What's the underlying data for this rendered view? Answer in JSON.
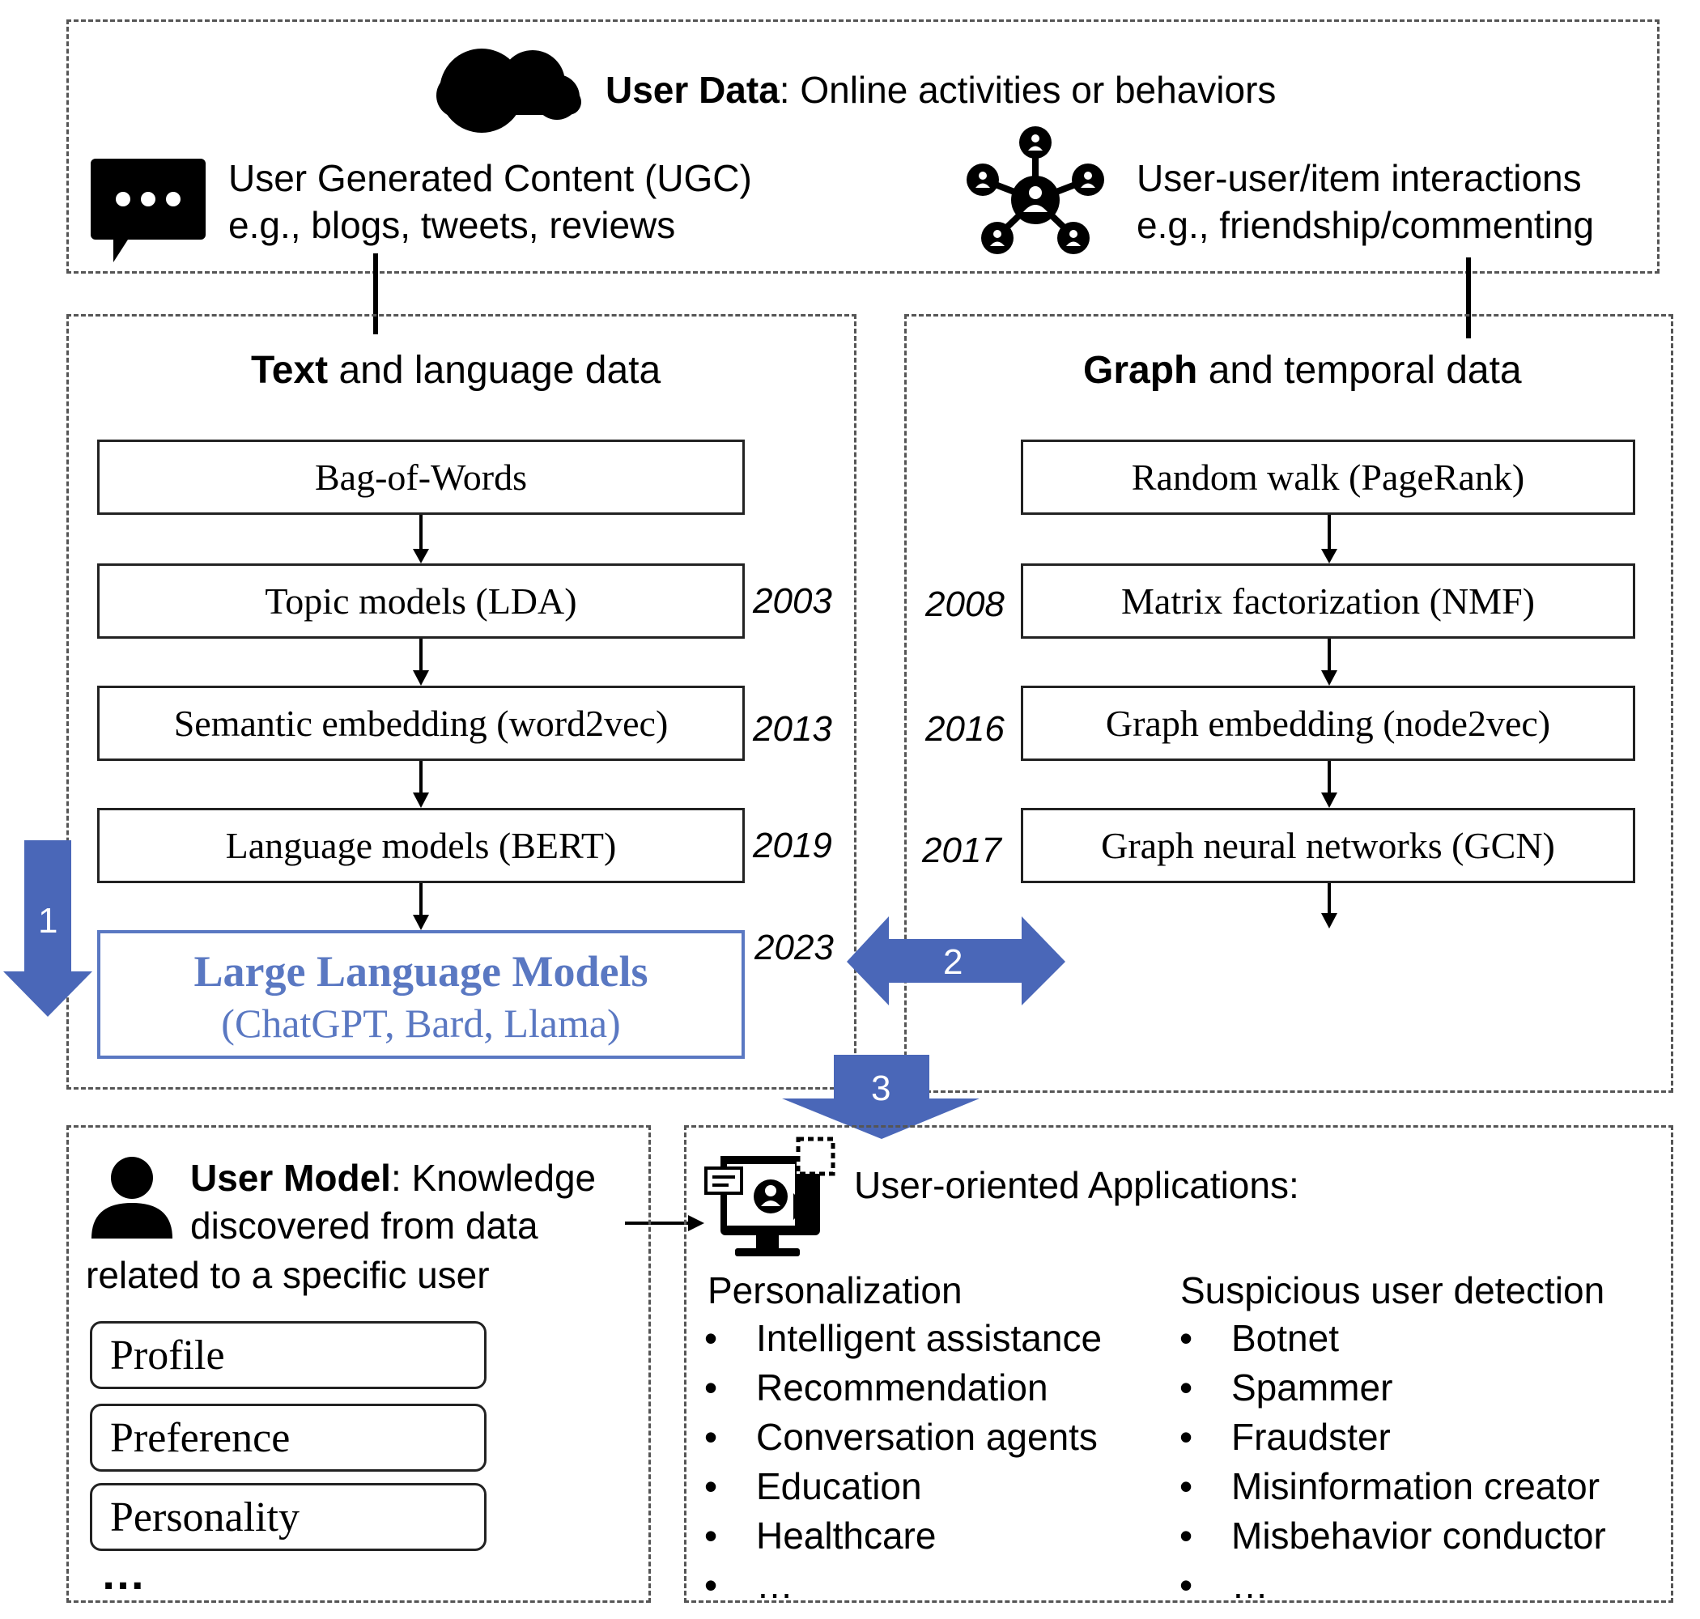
{
  "top": {
    "user_data_bold": "User Data",
    "user_data_rest": ": Online activities or behaviors",
    "ugc_line1": "User Generated Content (UGC)",
    "ugc_line2": "e.g., blogs, tweets, reviews",
    "interactions_line1": "User-user/item interactions",
    "interactions_line2": "e.g., friendship/commenting"
  },
  "text_panel": {
    "title_bold": "Text",
    "title_rest": " and language data",
    "steps": [
      {
        "label": "Bag-of-Words",
        "year": ""
      },
      {
        "label": "Topic models (LDA)",
        "year": "2003"
      },
      {
        "label": "Semantic embedding (word2vec)",
        "year": "2013"
      },
      {
        "label": "Language models (BERT)",
        "year": "2019"
      }
    ],
    "llm_title": "Large Language Models",
    "llm_sub": "(ChatGPT, Bard, Llama)",
    "llm_year": "2023"
  },
  "graph_panel": {
    "title_bold": "Graph",
    "title_rest": " and temporal data",
    "steps": [
      {
        "label": "Random walk (PageRank)",
        "year": ""
      },
      {
        "label": "Matrix factorization (NMF)",
        "year": "2008"
      },
      {
        "label": "Graph embedding (node2vec)",
        "year": "2016"
      },
      {
        "label": "Graph neural networks (GCN)",
        "year": "2017"
      }
    ]
  },
  "arrows": {
    "one": "1",
    "two": "2",
    "three": "3"
  },
  "colors": {
    "accent": "#4a67b8",
    "llm_text": "#5a78c2",
    "border": "#555555"
  },
  "user_model": {
    "title_bold": "User Model",
    "title_rest": ": Knowledge",
    "line2": "discovered from data",
    "line3": "related to a specific user",
    "items": [
      "Profile",
      "Preference",
      "Personality"
    ],
    "more": "…"
  },
  "applications": {
    "title": "User-oriented Applications:",
    "personalization": {
      "heading": "Personalization",
      "items": [
        "Intelligent assistance",
        "Recommendation",
        "Conversation agents",
        "Education",
        "Healthcare",
        "…"
      ]
    },
    "suspicious": {
      "heading": "Suspicious user detection",
      "items": [
        "Botnet",
        "Spammer",
        "Fraudster",
        "Misinformation creator",
        "Misbehavior conductor",
        "…"
      ]
    }
  },
  "icons": [
    "cloud-icon",
    "chat-bubble-icon",
    "network-icon",
    "person-icon",
    "monitor-user-icon"
  ]
}
